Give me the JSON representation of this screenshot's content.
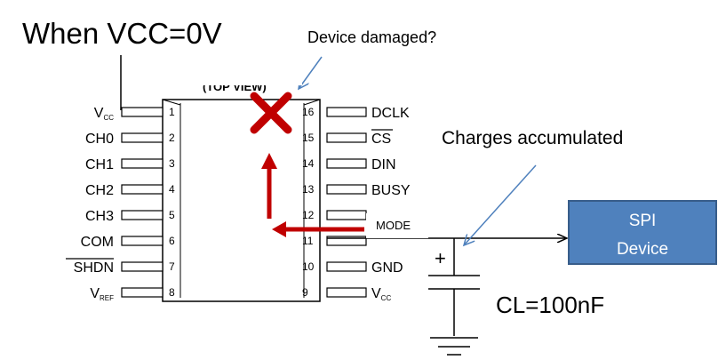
{
  "annotations": {
    "title": "When VCC=0V",
    "device_damaged": "Device damaged?",
    "charges": "Charges accumulated",
    "top_view": "(TOP VIEW)",
    "mode_label": "MODE",
    "plus": "+",
    "capacitor": "CL=100nF"
  },
  "spi_device": {
    "line1": "SPI",
    "line2": "Device"
  },
  "pins_left": [
    {
      "num": "1",
      "name": "V",
      "sub": "CC"
    },
    {
      "num": "2",
      "name": "CH0",
      "sub": ""
    },
    {
      "num": "3",
      "name": "CH1",
      "sub": ""
    },
    {
      "num": "4",
      "name": "CH2",
      "sub": ""
    },
    {
      "num": "5",
      "name": "CH3",
      "sub": ""
    },
    {
      "num": "6",
      "name": "COM",
      "sub": ""
    },
    {
      "num": "7",
      "name": "SHDN",
      "sub": ""
    },
    {
      "num": "8",
      "name": "V",
      "sub": "REF"
    }
  ],
  "pins_right": [
    {
      "num": "16",
      "name": "DCLK",
      "sub": ""
    },
    {
      "num": "15",
      "name": "CS",
      "sub": ""
    },
    {
      "num": "14",
      "name": "DIN",
      "sub": ""
    },
    {
      "num": "13",
      "name": "BUSY",
      "sub": ""
    },
    {
      "num": "12",
      "name": "",
      "sub": ""
    },
    {
      "num": "11",
      "name": "",
      "sub": ""
    },
    {
      "num": "10",
      "name": "GND",
      "sub": ""
    },
    {
      "num": "9",
      "name": "V",
      "sub": "CC"
    }
  ],
  "colors": {
    "red": "#c00000",
    "blue_arrow": "#4f81bd",
    "spi_fill": "#4f81bd",
    "spi_border": "#385d8a"
  }
}
